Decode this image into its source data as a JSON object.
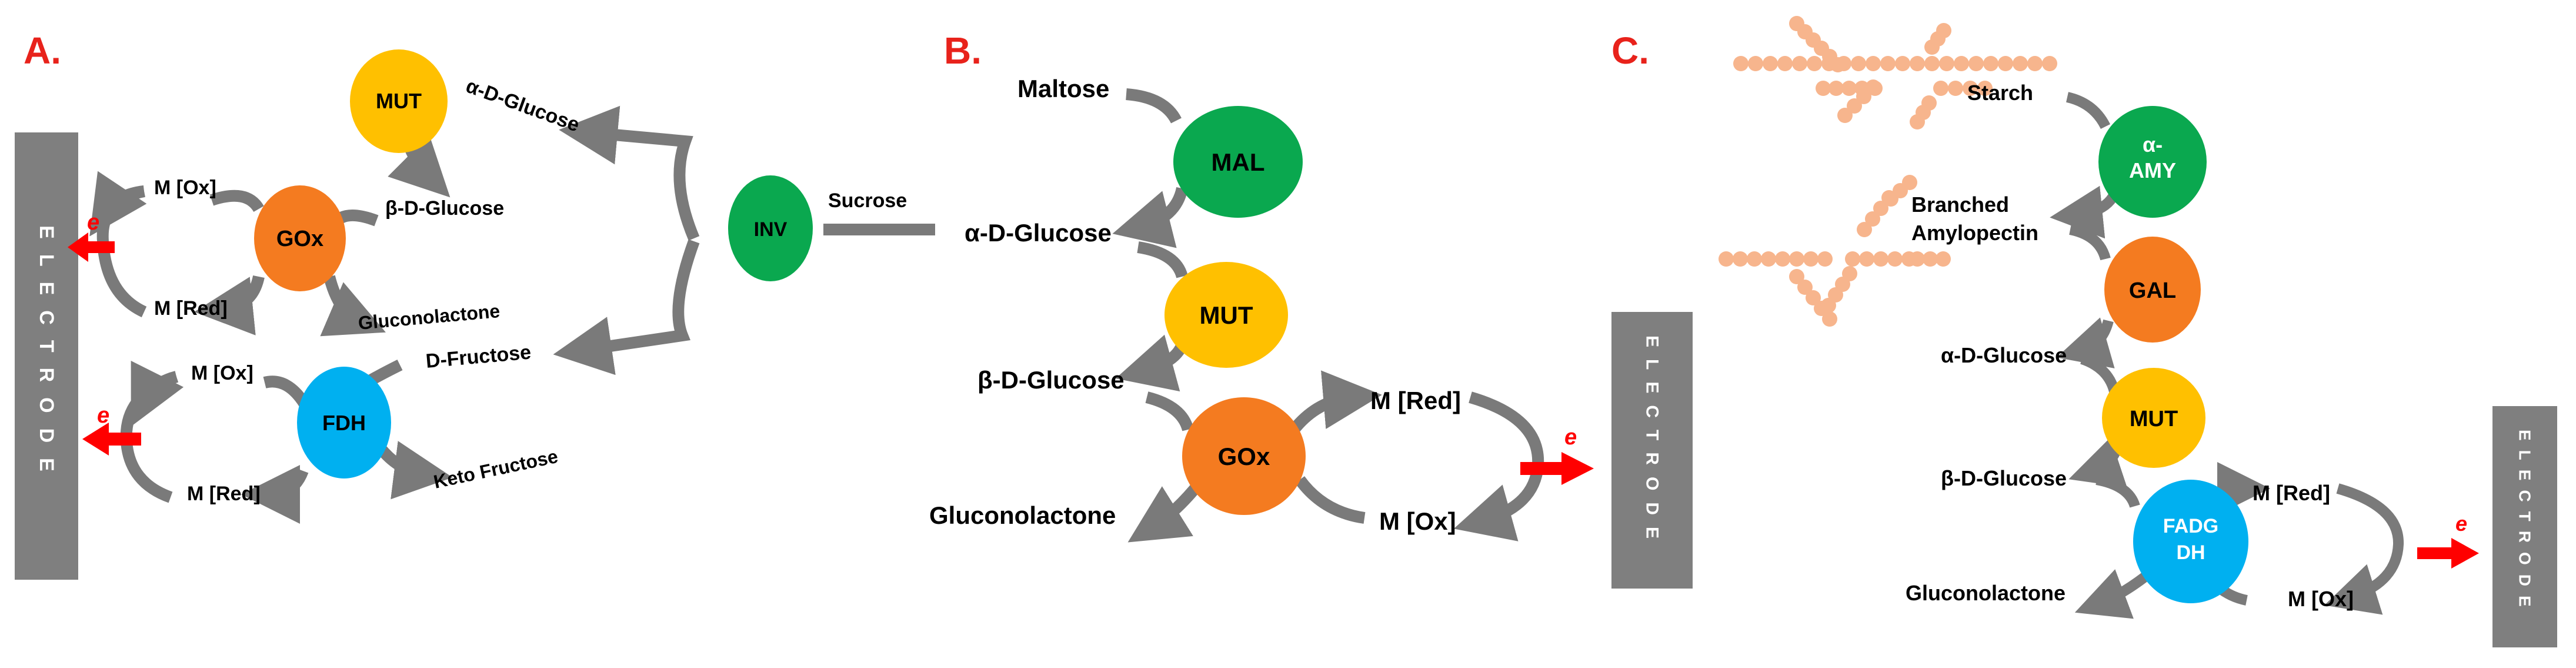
{
  "panels": {
    "a": {
      "letter": "A.",
      "electrode": "ELECTRODE",
      "enzymes": {
        "mut": "MUT",
        "gox": "GOx",
        "inv": "INV",
        "fdh": "FDH"
      },
      "labels": {
        "alpha_glucose": "α-D-Glucose",
        "beta_glucose": "β-D-Glucose",
        "gluconolactone": "Gluconolactone",
        "sucrose": "Sucrose",
        "fructose": "D-Fructose",
        "keto_fructose": "Keto Fructose",
        "m_ox_1": "M [Ox]",
        "m_red_1": "M [Red]",
        "m_ox_2": "M [Ox]",
        "m_red_2": "M [Red]",
        "e1": "e",
        "e2": "e"
      }
    },
    "b": {
      "letter": "B.",
      "electrode": "ELECTRODE",
      "enzymes": {
        "mal": "MAL",
        "mut": "MUT",
        "gox": "GOx"
      },
      "labels": {
        "maltose": "Maltose",
        "alpha_glucose": "α-D-Glucose",
        "beta_glucose": "β-D-Glucose",
        "gluconolactone": "Gluconolactone",
        "m_red": "M [Red]",
        "m_ox": "M [Ox]",
        "e": "e"
      }
    },
    "c": {
      "letter": "C.",
      "electrode": "ELECTRODE",
      "enzymes": {
        "amy_1": "α-",
        "amy_2": "AMY",
        "gal": "GAL",
        "mut": "MUT",
        "fadgdh_1": "FADG",
        "fadgdh_2": "DH"
      },
      "labels": {
        "starch": "Starch",
        "branched": "Branched",
        "amylopectin": "Amylopectin",
        "alpha_glucose": "α-D-Glucose",
        "beta_glucose": "β-D-Glucose",
        "gluconolactone": "Gluconolactone",
        "m_red": "M [Red]",
        "m_ox": "M [Ox]",
        "e": "e"
      }
    }
  },
  "colors": {
    "letter": "#e8221b",
    "electrode": "#7f7f7f",
    "arrow": "#7a7a7a",
    "electron": "#ff0000",
    "green": "#0aa84f",
    "orange": "#f47b20",
    "yellow": "#ffc000",
    "blue": "#00b0f0",
    "bead": "#f7b58d"
  }
}
